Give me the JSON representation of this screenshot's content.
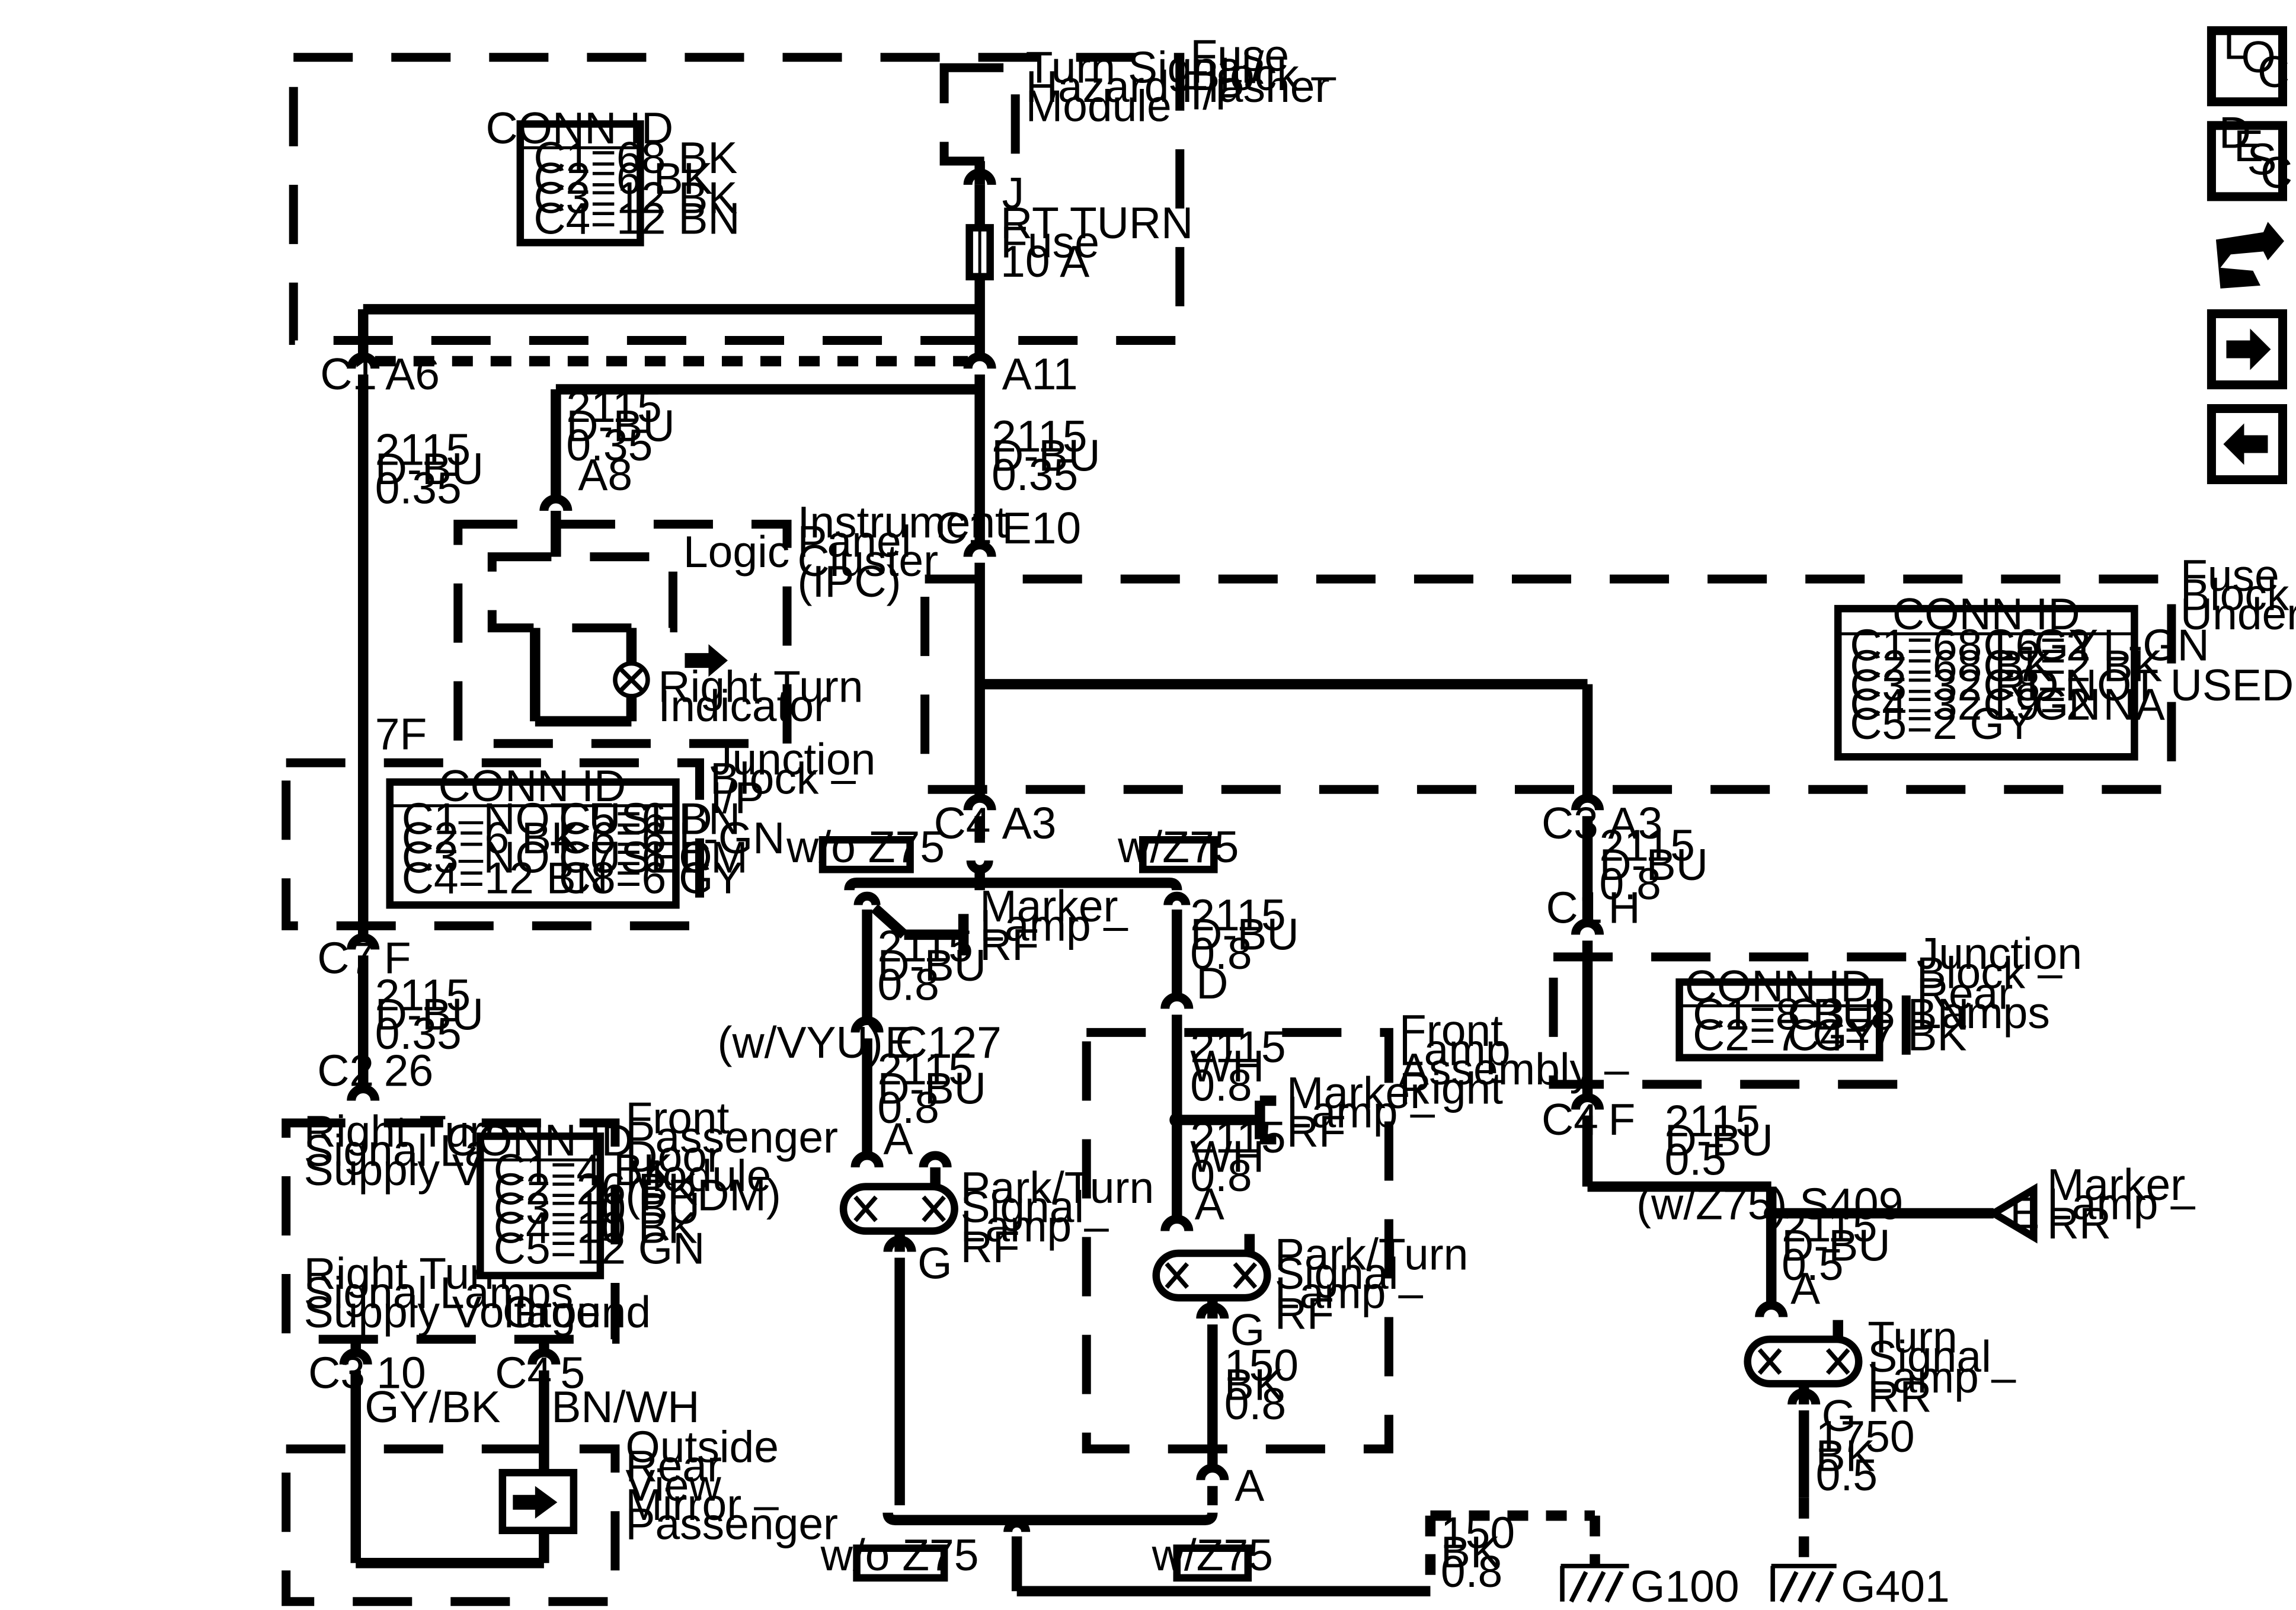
{
  "components": {
    "fuse_block_ip": [
      "Fuse",
      "Block –",
      "I/P"
    ],
    "flasher": [
      "Turn Signal/",
      "Hazard Flasher",
      "Module"
    ],
    "rt_turn_fuse": [
      "RT TURN",
      "Fuse",
      "10 A"
    ],
    "ipc": [
      "Instrument",
      "Panel",
      "Cluster",
      "(IPC)"
    ],
    "ipc_logic": "Logic",
    "ipc_indicator": [
      "Right Turn",
      "Indicator"
    ],
    "junction_ip": [
      "Junction",
      "Block –",
      "I/P"
    ],
    "fuse_underhood": [
      "Fuse",
      "Block –",
      "Underhood"
    ],
    "fpdm": [
      "Front",
      "Passenger",
      "Door",
      "Module",
      "(FPDM)"
    ],
    "fpdm_supply1": [
      "Right Turn",
      "Signal Lamps",
      "Supply Voltage"
    ],
    "fpdm_supply2": [
      "Right Turn",
      "Signal Lamps",
      "Supply Voltage"
    ],
    "fpdm_ground": "Ground",
    "mirror": [
      "Outside",
      "Rear",
      "View",
      "Mirror –",
      "Passenger"
    ],
    "marker_rf_a": [
      "Marker",
      "Lamp –",
      "RF"
    ],
    "marker_rf_b": [
      "Marker",
      "Lamp –",
      "RF"
    ],
    "park_turn_a": [
      "Park/Turn",
      "Signal",
      "Lamp –",
      "RF"
    ],
    "park_turn_b": [
      "Park/Turn",
      "Signal",
      "Lamp –",
      "RF"
    ],
    "front_lamp_assembly": [
      "Front",
      "Lamp",
      "Assembly –",
      "Right"
    ],
    "junction_rear": [
      "Junction",
      "Block –",
      "Rear",
      "Lamps"
    ],
    "marker_rr": [
      "Marker",
      "Lamp –",
      "RR"
    ],
    "marker_rr_pin": "E",
    "turn_rr": [
      "Turn",
      "Signal",
      "Lamp –",
      "RR"
    ],
    "g100": "G100",
    "g401": "G401"
  },
  "conn_tables": {
    "fuse_ip": {
      "title": "CONN ID",
      "rows": [
        "C1=68 BK",
        "C2=6 BK",
        "C3=12 BK",
        "C4=12 BN"
      ]
    },
    "junction_ip": {
      "title": "CONN ID",
      "col1": [
        "C1–NOT USED",
        "C2=6 BK",
        "C3–NOT USED",
        "C4=12 BN"
      ],
      "col2": [
        "C5=6 BN",
        "C6=6 L-GN",
        "C7=6 CM",
        "C8=6 GY"
      ]
    },
    "underhood": {
      "title": "CONN ID",
      "col1": [
        "C1=68 L-GY",
        "C2=68 BK",
        "C3=32 RD",
        "C4=32 L-GN",
        "C5=2 GY"
      ],
      "col2": [
        "C6=2 L-GN",
        "C7=2 BK",
        "C8–NOT USED",
        "C9=2 NA"
      ]
    },
    "fpdm": {
      "title": "CONN ID",
      "rows": [
        "C1=4 BK",
        "C2=26 BK",
        "C3=10 BU",
        "C4=10 BK",
        "C5=12 GN"
      ]
    },
    "rear": {
      "title": "CONN ID",
      "col1": [
        "C1=8 BU",
        "C2=7 GY"
      ],
      "col2": [
        "C3=8 BN",
        "C4=7 BK"
      ]
    }
  },
  "connectors": {
    "j": "J",
    "c1_a6": [
      "C1",
      "A6"
    ],
    "a11": "A11",
    "a8": "A8",
    "c1_e10": [
      "C1",
      "E10"
    ],
    "f7": "7F",
    "c7_f": [
      "C7",
      "F"
    ],
    "c2_26": [
      "C2",
      "26"
    ],
    "c4_a3": [
      "C4",
      "A3"
    ],
    "c3_a3": [
      "C3",
      "A3"
    ],
    "c1_h": [
      "C1",
      "H"
    ],
    "c4_f": [
      "C4",
      "F"
    ],
    "d": "D",
    "c127": [
      "(w/VYU) C127",
      "E"
    ],
    "lamp_a_a": "A",
    "lamp_a_g": "G",
    "lamp_b_a": "A",
    "lamp_b_g": "G",
    "a_ground": "A",
    "rr_a": "A",
    "rr_g": "G",
    "c3_10": [
      "C3",
      "10"
    ],
    "c4_5": [
      "C4",
      "5"
    ],
    "s409": "(w/Z75) S409"
  },
  "wires": {
    "w1": [
      "2115",
      "D-BU",
      "0.35"
    ],
    "w2": [
      "2115",
      "D-BU",
      "0.35"
    ],
    "w3": [
      "2115",
      "D-BU",
      "0.35"
    ],
    "w4": [
      "2115",
      "D-BU",
      "0.35"
    ],
    "w5": [
      "2115",
      "D-BU",
      "0.8"
    ],
    "w6": [
      "2115",
      "D-BU",
      "0.8"
    ],
    "w7": [
      "2115",
      "D-BU",
      "0.8"
    ],
    "w8": [
      "2115",
      "D-BU",
      "0.8"
    ],
    "w9": [
      "2115",
      "WH",
      "0.8"
    ],
    "w10": [
      "2115",
      "WH",
      "0.8"
    ],
    "w11": [
      "150",
      "BK",
      "0.8"
    ],
    "w12": [
      "150",
      "BK",
      "0.8"
    ],
    "w13": [
      "2115",
      "D-BU",
      "0.5"
    ],
    "w14": [
      "2115",
      "D-BU",
      "0.5"
    ],
    "w15": [
      "1750",
      "BK",
      "0.5"
    ],
    "w16": "GY/BK",
    "w17": "BN/WH"
  },
  "options": {
    "wo_top": "w/o Z75",
    "w_top": "w/Z75",
    "wo_bottom": "w/o Z75",
    "w_bottom": "w/Z75"
  },
  "nav": {
    "loc": [
      "L",
      "O",
      "C"
    ],
    "desc": [
      "D",
      "E",
      "S",
      "C"
    ]
  }
}
